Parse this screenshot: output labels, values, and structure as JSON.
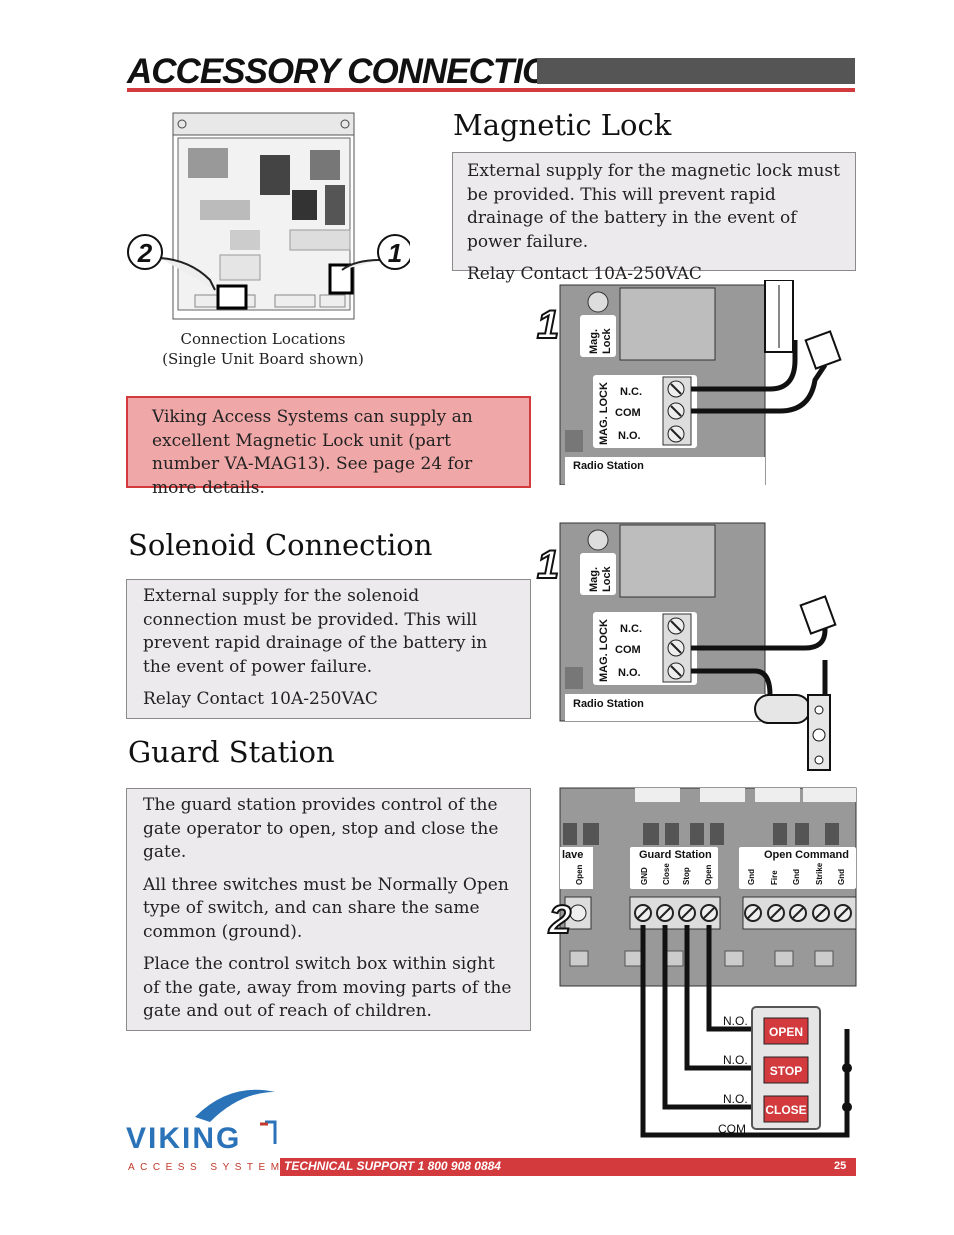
{
  "header": {
    "title": "ACCESSORY CONNECTIONS"
  },
  "board": {
    "caption_line1": "Connection Locations",
    "caption_line2": "(Single Unit Board shown)",
    "callout_1": "1",
    "callout_2": "2"
  },
  "magnetic_lock": {
    "heading": "Magnetic Lock",
    "para1": "External supply for the magnetic lock must be provided. This will prevent rapid drainage of the battery in the event of power failure.",
    "para2": "Relay Contact 10A-250VAC",
    "note": "Viking Access Systems can supply an excellent Magnetic Lock unit (part number VA-MAG13). See page 24 for more details.",
    "diagram": {
      "callout": "1",
      "led_label_1": "Mag.",
      "led_label_2": "Lock",
      "terminal_group": "MAG. LOCK",
      "nc": "N.C.",
      "com": "COM",
      "no": "N.O.",
      "radio": "Radio Station"
    }
  },
  "solenoid": {
    "heading": "Solenoid Connection",
    "para1": "External supply for the solenoid connection must be provided. This will prevent rapid drainage of the battery in the event of power failure.",
    "para2": "Relay Contact 10A-250VAC",
    "diagram": {
      "callout": "1",
      "led_label_1": "Mag.",
      "led_label_2": "Lock",
      "terminal_group": "MAG. LOCK",
      "nc": "N.C.",
      "com": "COM",
      "no": "N.O.",
      "radio": "Radio Station"
    }
  },
  "guard_station": {
    "heading": "Guard Station",
    "para1": "The guard station provides control of the gate operator to open, stop and close the gate.",
    "para2": "All three switches must be Normally Open type of switch, and can share the same common (ground).",
    "para3": "Place the control switch box within sight of the gate, away from moving parts of the gate and out of reach of children.",
    "diagram": {
      "callout": "2",
      "slave_label": "lave",
      "slave_open": "Open",
      "guard_label": "Guard Station",
      "guard_terminals": [
        "GND",
        "Close",
        "Stop",
        "Open"
      ],
      "open_cmd_label": "Open Command",
      "open_terminals": [
        "Gnd",
        "Fire",
        "Gnd",
        "Strike",
        "Gnd"
      ],
      "wire_labels": [
        "N.O.",
        "N.O.",
        "N.O.",
        "COM"
      ],
      "buttons": [
        "OPEN",
        "STOP",
        "CLOSE"
      ]
    }
  },
  "footer": {
    "logo_word": "VIKING",
    "logo_sub": "ACCESS SYSTEMS™",
    "support": "TECHNICAL SUPPORT 1 800 908 0884",
    "page": "25"
  },
  "colors": {
    "accent": "#d33a3d",
    "box_bg": "#eceaec",
    "note_bg": "#f0a7a8",
    "brand_blue": "#2a73b8"
  }
}
